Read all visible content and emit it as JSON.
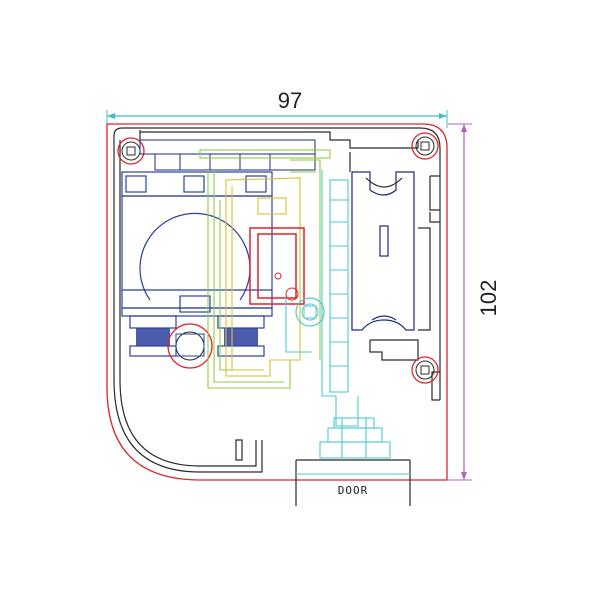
{
  "dimensions": {
    "width": "97",
    "height": "102"
  },
  "door_label": "DOOR",
  "colors": {
    "housing": "#e0242c",
    "profile": "#2a2a2a",
    "motor": "#2b3f9e",
    "gear_rail": "#8fcf3c",
    "bracket": "#d8c22a",
    "track": "#4fc9cf",
    "carriage": "#1e2a80",
    "dimension": "#b45fc3",
    "dimension_width": "#3fc0c8"
  }
}
